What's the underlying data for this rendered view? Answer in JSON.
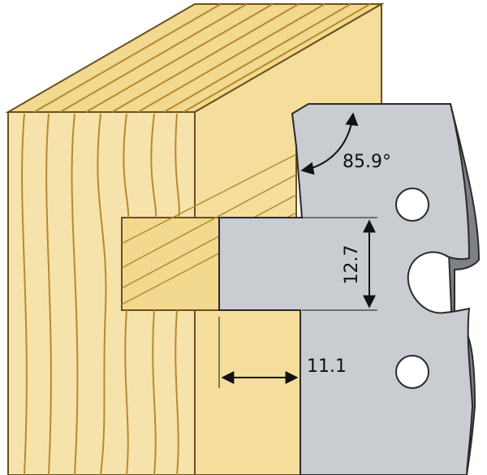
{
  "diagram": {
    "angle_label": "85.9°",
    "height_label": "12.7",
    "depth_label": "11.1"
  },
  "colors": {
    "wood_face": "#f6e3ac",
    "wood_top": "#f1d98f",
    "wood_side": "#f5de9c",
    "wood_grain": "#b7892f",
    "wood_outline": "#6b4f1c",
    "knife_face": "#c9ccd1",
    "knife_edge": "#7d8087",
    "knife_outline": "#2a2a2a",
    "dimension_line": "#111111"
  }
}
